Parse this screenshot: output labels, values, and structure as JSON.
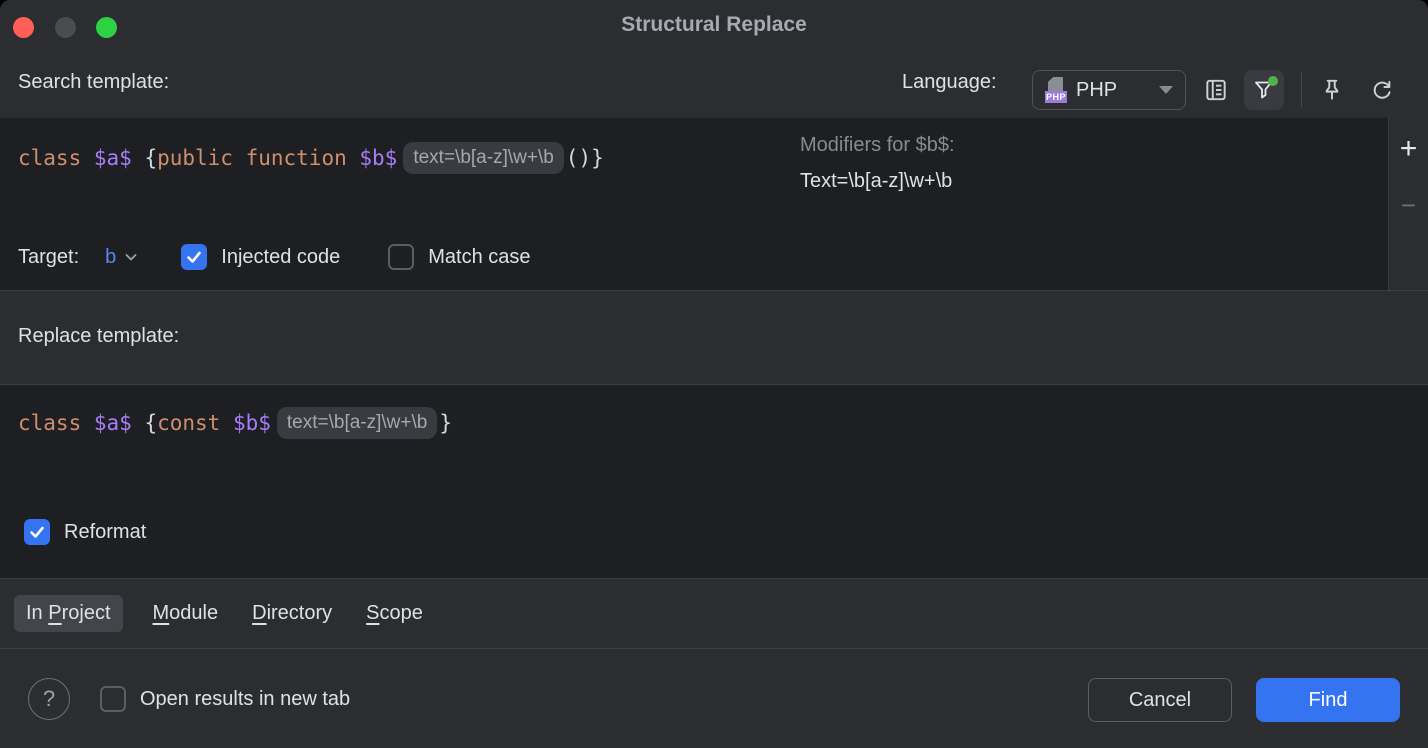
{
  "window": {
    "title": "Structural Replace"
  },
  "search": {
    "label": "Search template:",
    "language_label": "Language:",
    "language_value": "PHP",
    "language_icon_badge": "PHP",
    "code": {
      "kw1": "class ",
      "var1": "$a$ ",
      "punct1": "{",
      "kw2": "public function ",
      "var2": "$b$",
      "hint": "text=\\b[a-z]\\w+\\b",
      "tail": "()}"
    },
    "modifiers": {
      "title": "Modifiers for $b$:",
      "value": "Text=\\b[a-z]\\w+\\b"
    },
    "add_modifier": "+",
    "remove_modifier": "−",
    "target_label": "Target:",
    "target_value": "b",
    "injected_code_label": "Injected code",
    "match_case_label": "Match case"
  },
  "replace": {
    "label": "Replace template:",
    "code": {
      "kw1": "class ",
      "var1": "$a$ ",
      "punct1": "{",
      "kw2": "const ",
      "var2": "$b$",
      "hint": "text=\\b[a-z]\\w+\\b",
      "tail": "}"
    },
    "reformat_label": "Reformat"
  },
  "tabs": [
    {
      "pre": "In ",
      "mnemonic": "P",
      "post": "roject",
      "selected": true
    },
    {
      "pre": "",
      "mnemonic": "M",
      "post": "odule",
      "selected": false
    },
    {
      "pre": "",
      "mnemonic": "D",
      "post": "irectory",
      "selected": false
    },
    {
      "pre": "",
      "mnemonic": "S",
      "post": "cope",
      "selected": false
    }
  ],
  "footer": {
    "help_glyph": "?",
    "open_results_label": "Open results in new tab",
    "cancel_label": "Cancel",
    "find_label": "Find"
  },
  "colors": {
    "accent_blue": "#3574f0",
    "keyword_orange": "#cf8e6d",
    "variable_purple": "#a87df8",
    "target_blue": "#548af7",
    "filter_active_dot": "#4db34d",
    "php_badge_purple": "#9c7cdb",
    "editor_background": "#1e1f22",
    "panel_background": "#2b2d30"
  }
}
